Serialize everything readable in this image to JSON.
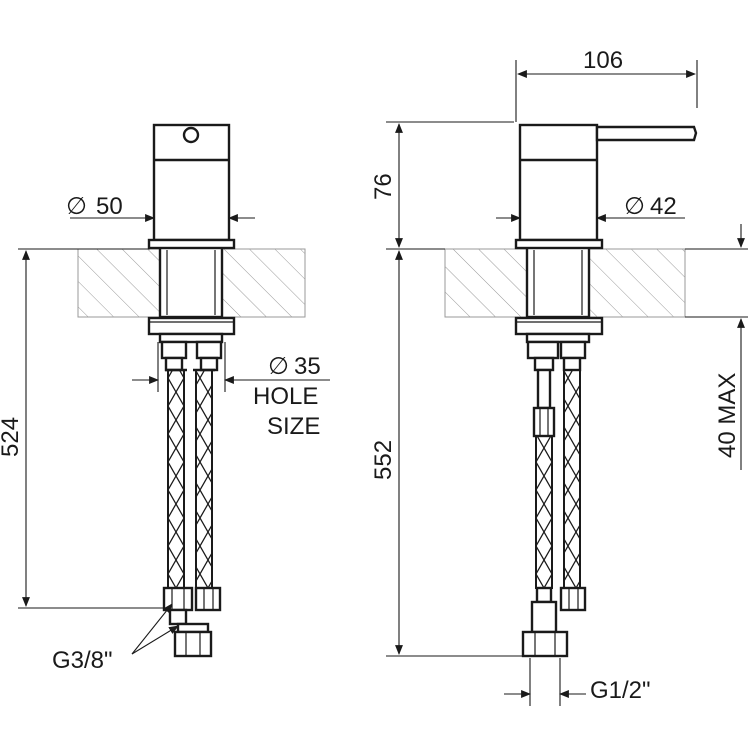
{
  "front_view": {
    "diameter_body": "50",
    "diameter_hole": "35",
    "hole_label_line1": "HOLE",
    "hole_label_line2": "SIZE",
    "height_total": "524",
    "connection_thread": "G3/8\""
  },
  "side_view": {
    "lever_length": "106",
    "body_height": "76",
    "diameter_spout": "42",
    "deck_thickness_max": "40 MAX",
    "height_total": "552",
    "connection_thread": "G1/2\""
  },
  "symbols": {
    "diameter": "∅"
  }
}
